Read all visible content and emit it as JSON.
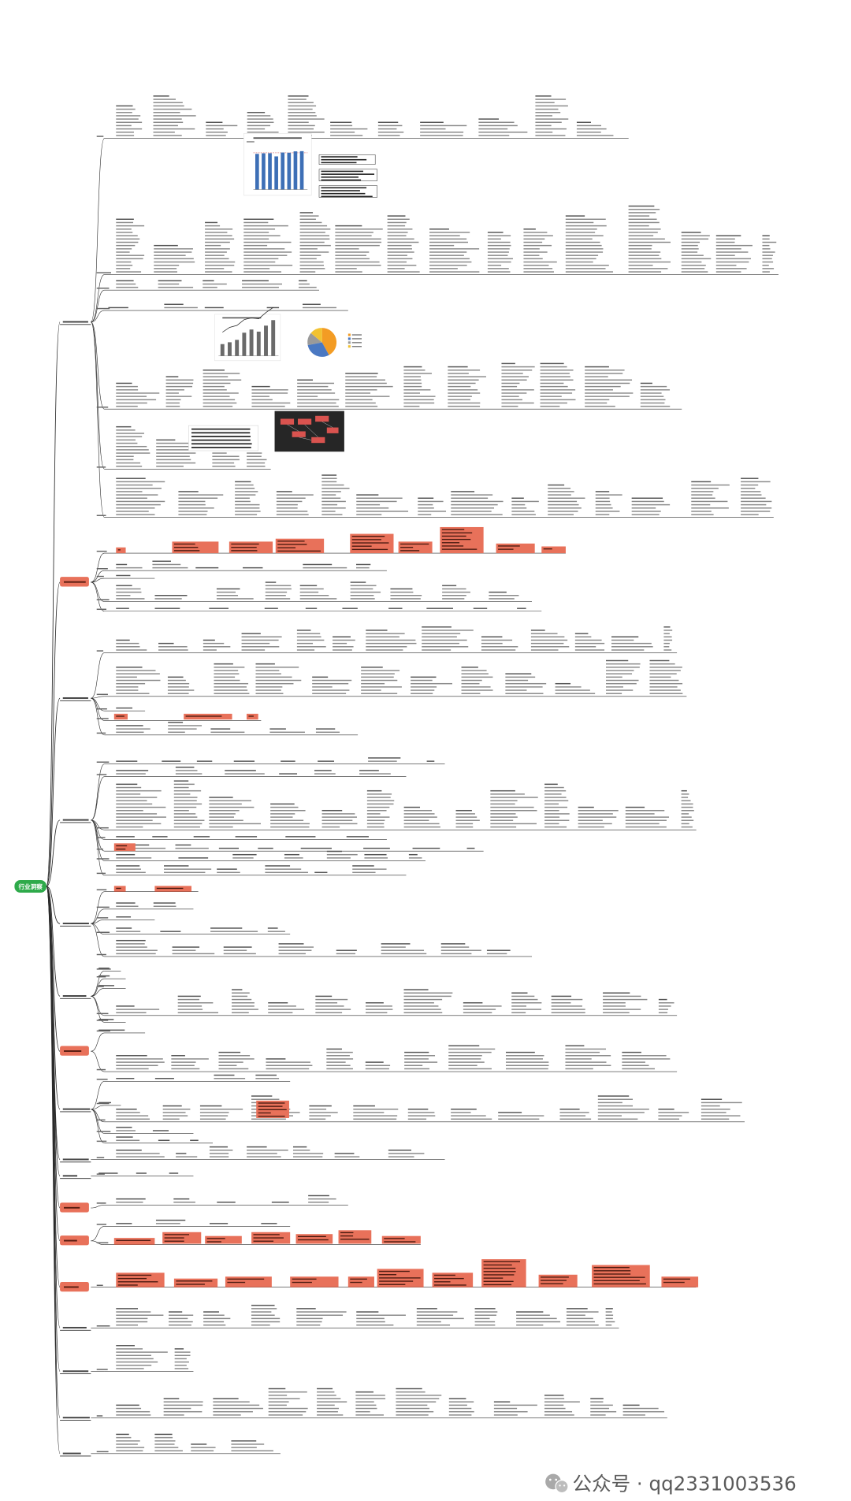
{
  "root": {
    "label": "行业洞察"
  },
  "watermark": {
    "text": "公众号 · qq2331003536"
  },
  "colors": {
    "root": "#2eaa4a",
    "highlight": "#e8715a",
    "line": "#2b2b2b",
    "text": "#8a8a8a"
  },
  "pie_thumbnail": {
    "slices": [
      0.42,
      0.3,
      0.14,
      0.14
    ],
    "colors": [
      "#f39c24",
      "#4a78c2",
      "#9a9a9a",
      "#f2c230"
    ]
  }
}
